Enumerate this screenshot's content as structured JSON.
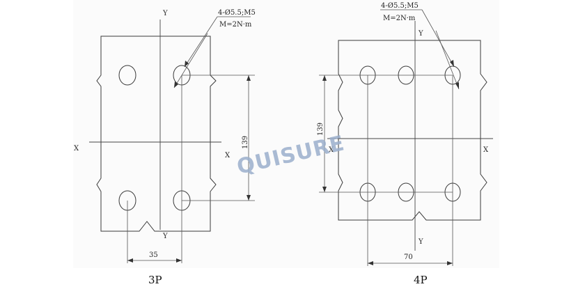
{
  "watermark": "QUISURE",
  "left_drawing": {
    "caption": "3P",
    "note_line1": "4-Ø5.5;M5",
    "note_line2": "M=2N·m",
    "axis_x_left": "X",
    "axis_x_right": "X",
    "axis_y_top": "Y",
    "axis_y_bottom": "Y",
    "dim_horizontal": "35",
    "dim_vertical": "139"
  },
  "right_drawing": {
    "caption": "4P",
    "note_line1": "4-Ø5.5;M5",
    "note_line2": "M=2N·m",
    "axis_x_left": "X",
    "axis_x_right": "X",
    "axis_y_top": "Y",
    "axis_y_bottom": "Y",
    "dim_horizontal": "70",
    "dim_vertical": "139"
  }
}
